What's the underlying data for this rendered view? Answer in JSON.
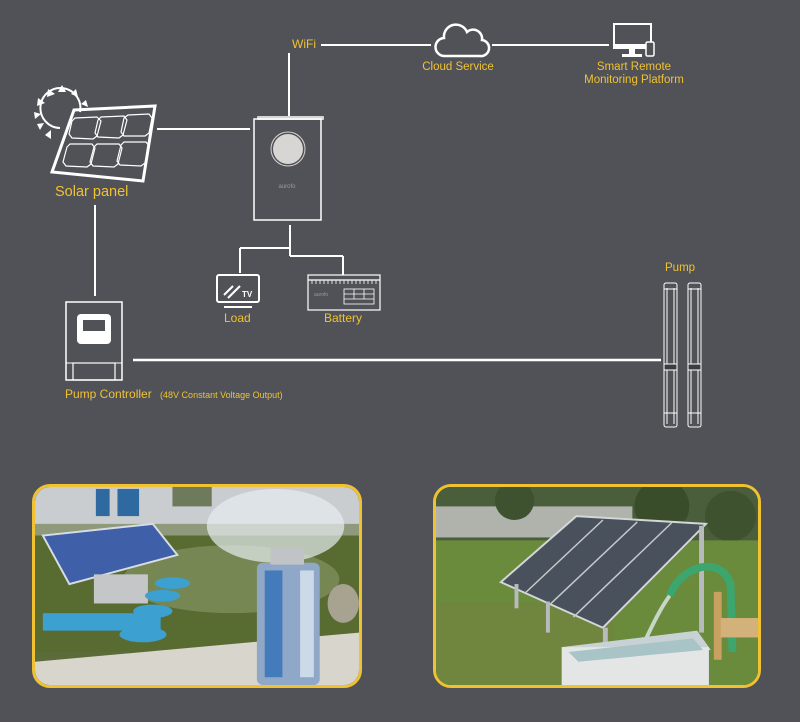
{
  "diagram": {
    "labels": {
      "wifi": "WiFi",
      "cloud_service": "Cloud Service",
      "smart_remote_line1": "Smart Remote",
      "smart_remote_line2": "Monitoring Platform",
      "solar_panel": "Solar panel",
      "load": "Load",
      "tv_icon_text": "TV",
      "battery": "Battery",
      "pump": "Pump",
      "pump_controller": "Pump Controller",
      "pump_controller_note": "(48V Constant Voltage Output)"
    },
    "colors": {
      "background": "#505257",
      "accent": "#f0c232",
      "line": "#ffffff",
      "device_fill": "#d8d6d4"
    },
    "nodes": [
      {
        "id": "solar-panel",
        "icon": "solar-panel-icon"
      },
      {
        "id": "inverter",
        "icon": "inverter-icon"
      },
      {
        "id": "cloud-service",
        "icon": "cloud-icon"
      },
      {
        "id": "monitoring-platform",
        "icon": "monitor-phone-icon"
      },
      {
        "id": "load",
        "icon": "tv-icon"
      },
      {
        "id": "battery",
        "icon": "battery-icon"
      },
      {
        "id": "pump-controller",
        "icon": "pump-controller-icon"
      },
      {
        "id": "pump",
        "icon": "submersible-pump-icon"
      }
    ],
    "connections": [
      [
        "inverter",
        "wifi"
      ],
      [
        "wifi",
        "cloud-service"
      ],
      [
        "cloud-service",
        "monitoring-platform"
      ],
      [
        "solar-panel",
        "inverter"
      ],
      [
        "inverter",
        "load"
      ],
      [
        "inverter",
        "battery"
      ],
      [
        "solar-panel",
        "pump-controller"
      ],
      [
        "pump-controller",
        "pump"
      ]
    ]
  },
  "photos": [
    {
      "id": "pond-aerator-photo",
      "description": "Floating solar panel with submersible pump fountain in pond"
    },
    {
      "id": "solar-water-tank-photo",
      "description": "Ground-mounted solar panels with pump filling water tank"
    }
  ]
}
